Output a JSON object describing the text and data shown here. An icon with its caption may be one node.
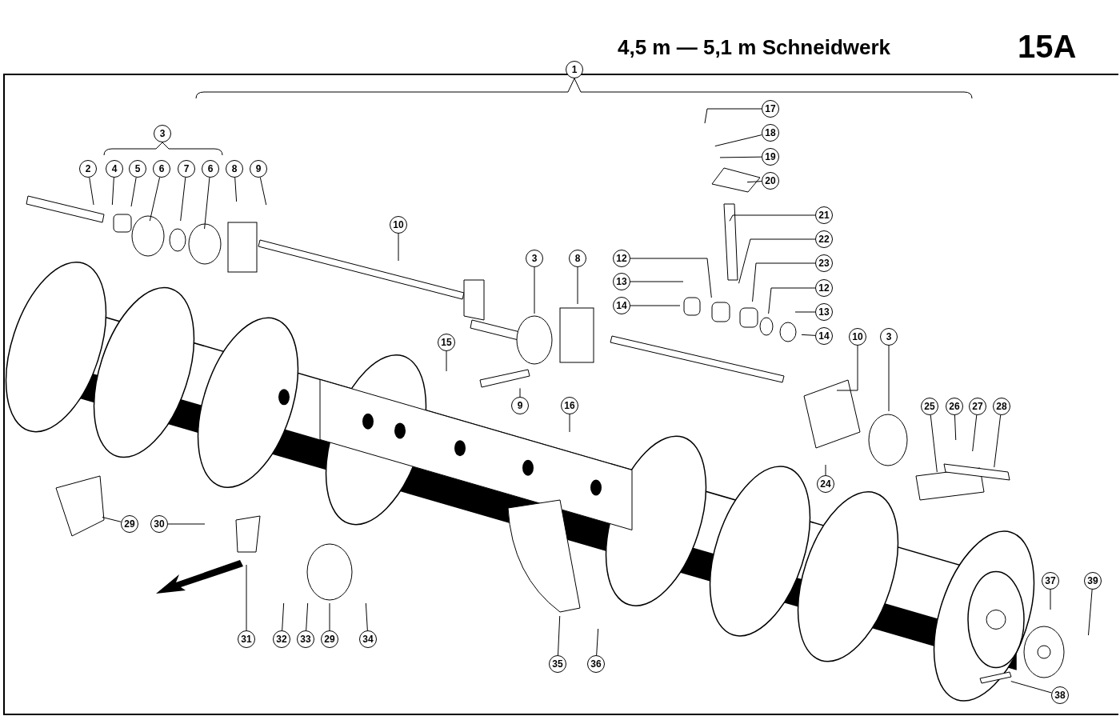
{
  "diagram": {
    "title": "4,5 m — 5,1 m Schneidwerk",
    "nodes": [
      {
        "text": [
          "1"
        ]
      },
      {
        "text": [
          "3"
        ]
      },
      {
        "text": [
          "2"
        ]
      },
      {
        "text": [
          "4"
        ]
      },
      {
        "text": [
          "5"
        ]
      },
      {
        "text": [
          "6"
        ]
      },
      {
        "text": [
          "7"
        ]
      },
      {
        "text": [
          "6"
        ]
      },
      {
        "text": [
          "8"
        ]
      },
      {
        "text": [
          "9"
        ]
      },
      {
        "text": [
          "17"
        ]
      },
      {
        "text": [
          "18"
        ]
      },
      {
        "text": [
          "19"
        ]
      },
      {
        "text": [
          "20"
        ]
      },
      {
        "text": [
          "21"
        ]
      },
      {
        "text": [
          "10"
        ]
      },
      {
        "text": [
          "22"
        ]
      },
      {
        "text": [
          "3"
        ]
      },
      {
        "text": [
          "8"
        ]
      },
      {
        "text": [
          "12"
        ]
      },
      {
        "text": [
          "23"
        ]
      },
      {
        "text": [
          "13"
        ]
      },
      {
        "text": [
          "12"
        ]
      },
      {
        "text": [
          "14"
        ]
      },
      {
        "text": [
          "13"
        ]
      },
      {
        "text": [
          "10"
        ]
      },
      {
        "text": [
          "3"
        ]
      },
      {
        "text": [
          "14"
        ]
      },
      {
        "text": [
          "15"
        ]
      },
      {
        "text": [
          "9"
        ]
      },
      {
        "text": [
          "16"
        ]
      },
      {
        "text": [
          "25"
        ]
      },
      {
        "text": [
          "26"
        ]
      },
      {
        "text": [
          "27"
        ]
      },
      {
        "text": [
          "28"
        ]
      },
      {
        "text": [
          "24"
        ]
      },
      {
        "text": [
          "29"
        ]
      },
      {
        "text": [
          "30"
        ]
      },
      {
        "text": [
          "37"
        ]
      },
      {
        "text": [
          "39"
        ]
      },
      {
        "text": [
          "31"
        ]
      },
      {
        "text": [
          "32"
        ]
      },
      {
        "text": [
          "33"
        ]
      },
      {
        "text": [
          "29"
        ]
      },
      {
        "text": [
          "34"
        ]
      },
      {
        "text": [
          "35"
        ]
      },
      {
        "text": [
          "36"
        ]
      },
      {
        "text": [
          "38"
        ]
      }
    ],
    "edges": [
      {
        "from": 2,
        "to": null,
        "arrow": "none"
      },
      {
        "from": 3,
        "to": null,
        "arrow": "none"
      },
      {
        "from": 4,
        "to": null,
        "arrow": "none"
      },
      {
        "from": 5,
        "to": null,
        "arrow": "none"
      },
      {
        "from": 6,
        "to": null,
        "arrow": "none"
      },
      {
        "from": 7,
        "to": null,
        "arrow": "none"
      },
      {
        "from": 8,
        "to": null,
        "arrow": "none"
      },
      {
        "from": 9,
        "to": null,
        "arrow": "none"
      },
      {
        "from": 10,
        "to": null,
        "arrow": "none"
      },
      {
        "from": 11,
        "to": null,
        "arrow": "none"
      },
      {
        "from": 12,
        "to": null,
        "arrow": "none"
      },
      {
        "from": 13,
        "to": null,
        "arrow": "none"
      },
      {
        "from": 14,
        "to": null,
        "arrow": "none"
      },
      {
        "from": 15,
        "to": null,
        "arrow": "none"
      },
      {
        "from": 16,
        "to": null,
        "arrow": "none"
      },
      {
        "from": 17,
        "to": null,
        "arrow": "none"
      },
      {
        "from": 18,
        "to": null,
        "arrow": "none"
      },
      {
        "from": 19,
        "to": null,
        "arrow": "none"
      },
      {
        "from": 20,
        "to": null,
        "arrow": "none"
      },
      {
        "from": 21,
        "to": null,
        "arrow": "none"
      },
      {
        "from": 22,
        "to": null,
        "arrow": "none"
      },
      {
        "from": 23,
        "to": null,
        "arrow": "none"
      },
      {
        "from": 24,
        "to": null,
        "arrow": "none"
      },
      {
        "from": 25,
        "to": null,
        "arrow": "none"
      },
      {
        "from": 26,
        "to": null,
        "arrow": "none"
      },
      {
        "from": 27,
        "to": null,
        "arrow": "none"
      },
      {
        "from": 28,
        "to": null,
        "arrow": "none"
      },
      {
        "from": 29,
        "to": null,
        "arrow": "none"
      },
      {
        "from": 30,
        "to": null,
        "arrow": "none"
      },
      {
        "from": 31,
        "to": null,
        "arrow": "none"
      },
      {
        "from": 32,
        "to": null,
        "arrow": "none"
      },
      {
        "from": 33,
        "to": null,
        "arrow": "none"
      },
      {
        "from": 34,
        "to": null,
        "arrow": "none"
      },
      {
        "from": 35,
        "to": null,
        "arrow": "none"
      },
      {
        "from": 36,
        "to": null,
        "arrow": "none"
      },
      {
        "from": 37,
        "to": null,
        "arrow": "none"
      },
      {
        "from": 38,
        "to": null,
        "arrow": "none"
      },
      {
        "from": 39,
        "to": null,
        "arrow": "none"
      },
      {
        "from": 40,
        "to": null,
        "arrow": "none"
      },
      {
        "from": 41,
        "to": null,
        "arrow": "none"
      },
      {
        "from": 42,
        "to": null,
        "arrow": "none"
      },
      {
        "from": 43,
        "to": null,
        "arrow": "none"
      },
      {
        "from": 44,
        "to": null,
        "arrow": "none"
      },
      {
        "from": 45,
        "to": null,
        "arrow": "none"
      },
      {
        "from": 46,
        "to": null,
        "arrow": "none"
      },
      {
        "from": 47,
        "to": null,
        "arrow": "none"
      }
    ],
    "labels": [
      "15A"
    ]
  }
}
